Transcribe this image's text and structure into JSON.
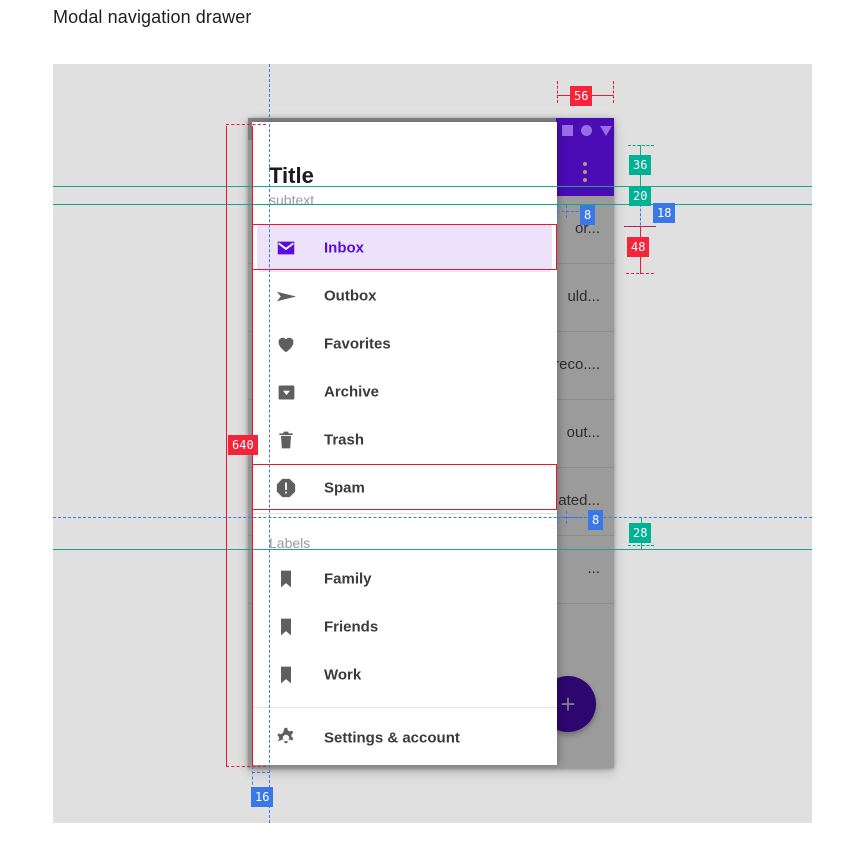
{
  "caption": "Modal navigation drawer",
  "colors": {
    "canvas_bg": "#e0e0e0",
    "drawer_bg": "#ffffff",
    "accent_purple": "#5b0ce0",
    "appbar_purple": "#4b0bb5",
    "active_pill": "#ece3fb",
    "guide_red": "#e8182f",
    "guide_teal": "#17a589",
    "guide_blue": "#3b78e7",
    "badge_red": "#f4243a",
    "badge_teal": "#00b295",
    "badge_blue": "#3b78e7"
  },
  "drawer": {
    "title": "Title",
    "subtext": "subtext",
    "sections": [
      {
        "name": "primary",
        "items": [
          {
            "label": "Inbox",
            "icon": "envelope-icon",
            "active": true
          },
          {
            "label": "Outbox",
            "icon": "send-icon",
            "active": false
          },
          {
            "label": "Favorites",
            "icon": "heart-icon",
            "active": false
          },
          {
            "label": "Archive",
            "icon": "archive-icon",
            "active": false
          },
          {
            "label": "Trash",
            "icon": "trash-icon",
            "active": false
          },
          {
            "label": "Spam",
            "icon": "warning-icon",
            "active": false
          }
        ]
      },
      {
        "name": "labels",
        "subheader": "Labels",
        "items": [
          {
            "label": "Family",
            "icon": "bookmark-icon",
            "active": false
          },
          {
            "label": "Friends",
            "icon": "bookmark-icon",
            "active": false
          },
          {
            "label": "Work",
            "icon": "bookmark-icon",
            "active": false
          }
        ]
      },
      {
        "name": "footer",
        "items": [
          {
            "label": "Settings & account",
            "icon": "gear-icon",
            "active": false
          }
        ]
      }
    ]
  },
  "background_app": {
    "statusbar_icons": [
      "square-icon",
      "circle-icon",
      "triangle-icon"
    ],
    "overflow_icon": "overflow-menu-icon",
    "fab_icon": "plus-icon",
    "rows": [
      "or...",
      "uld...",
      "reco....",
      "out...",
      "ated...",
      "..."
    ]
  },
  "measurements": [
    {
      "id": "m-56",
      "value": "56",
      "color": "red"
    },
    {
      "id": "m-36",
      "value": "36",
      "color": "teal"
    },
    {
      "id": "m-20",
      "value": "20",
      "color": "teal"
    },
    {
      "id": "m-18",
      "value": "18",
      "color": "blue"
    },
    {
      "id": "m-8a",
      "value": "8",
      "color": "blue"
    },
    {
      "id": "m-48",
      "value": "48",
      "color": "red"
    },
    {
      "id": "m-640",
      "value": "640",
      "color": "red"
    },
    {
      "id": "m-8b",
      "value": "8",
      "color": "blue"
    },
    {
      "id": "m-28",
      "value": "28",
      "color": "teal"
    },
    {
      "id": "m-16",
      "value": "16",
      "color": "blue"
    }
  ]
}
